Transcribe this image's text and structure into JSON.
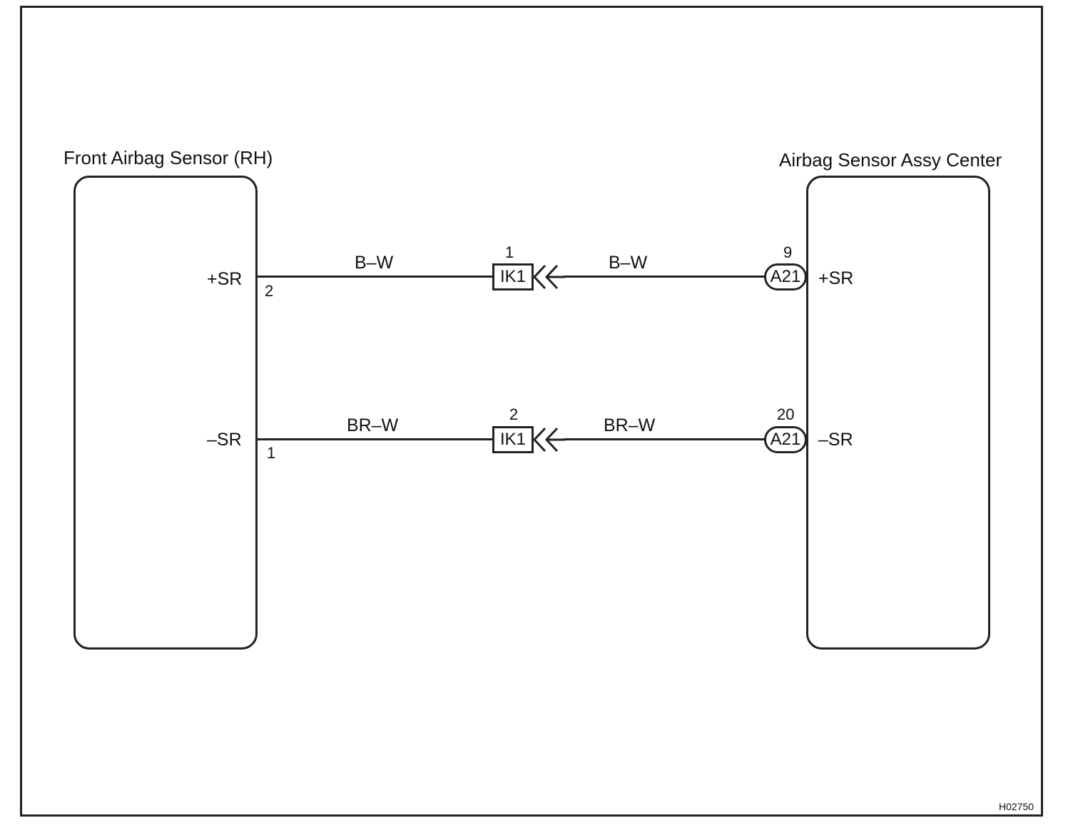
{
  "left_component": {
    "title": "Front Airbag Sensor (RH)",
    "terminals": [
      {
        "name": "+SR",
        "pin": "2"
      },
      {
        "name": "–SR",
        "pin": "1"
      }
    ]
  },
  "right_component": {
    "title": "Airbag Sensor Assy Center",
    "terminals": [
      {
        "name": "+SR",
        "pin": "9",
        "connector": "A21"
      },
      {
        "name": "–SR",
        "pin": "20",
        "connector": "A21"
      }
    ]
  },
  "circuits": [
    {
      "left_wire_color": "B–W",
      "right_wire_color": "B–W",
      "junction_connector": "IK1",
      "junction_pin": "1"
    },
    {
      "left_wire_color": "BR–W",
      "right_wire_color": "BR–W",
      "junction_connector": "IK1",
      "junction_pin": "2"
    }
  ],
  "figure_code": "H02750"
}
